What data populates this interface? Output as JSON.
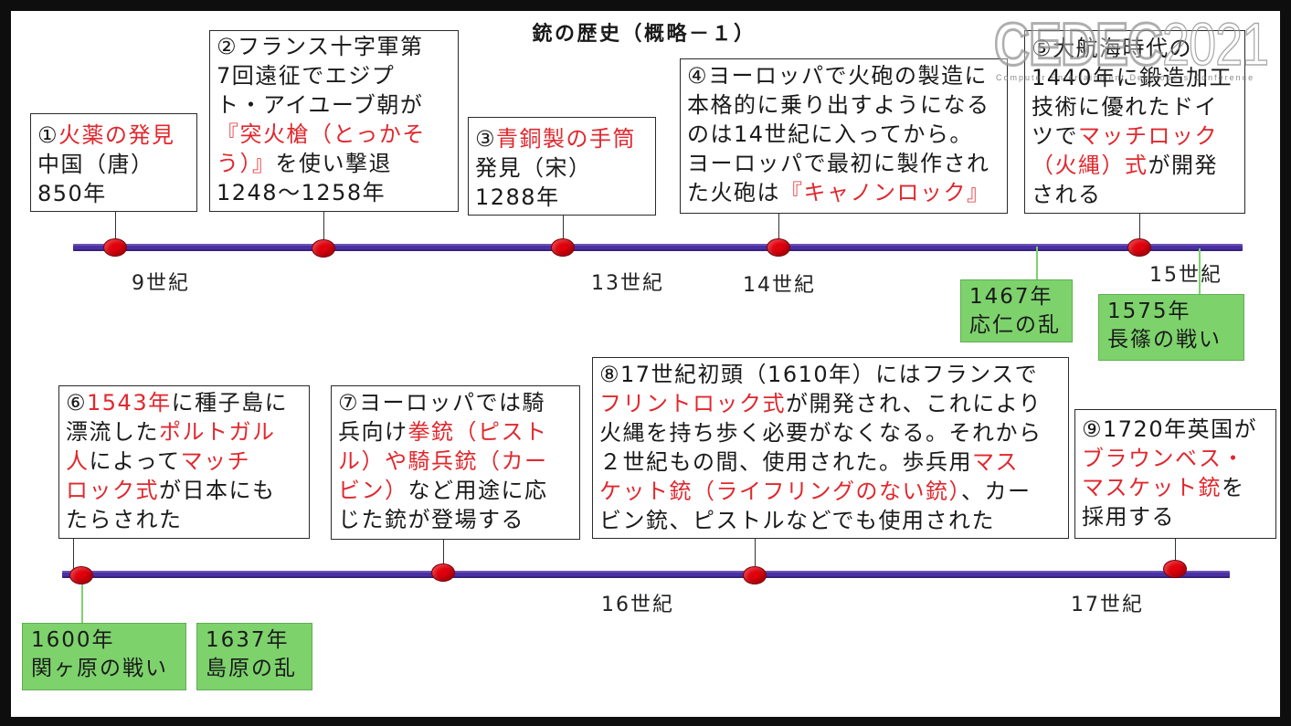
{
  "slide": {
    "title": "銃の歴史（概略－１）",
    "logo": {
      "wordmark": "CEDEC",
      "year": "2021",
      "tagline": "Computer Entertainment Developers Conference"
    }
  },
  "colors": {
    "highlight_text": "#e0282e",
    "timeline_bar": "#4a2fa4",
    "event_dot": "#e0000c",
    "japan_event_box": "#7dd26c",
    "slide_background": "#ffffff",
    "frame_background": "#0e0e0e"
  },
  "upper_timeline": {
    "events": [
      {
        "lines": [
          [
            "①",
            "火薬の発見"
          ],
          [
            "中国（唐）"
          ],
          [
            "850年"
          ]
        ]
      },
      {
        "lines": [
          [
            "②フランス十字軍第"
          ],
          [
            "7回遠征でエジプ"
          ],
          [
            "ト・アイユーブ朝が"
          ],
          [
            "『突火槍（とっかそ"
          ],
          [
            "う）』",
            "を使い撃退"
          ],
          [
            "1248～1258年"
          ]
        ]
      },
      {
        "lines": [
          [
            "③",
            "青銅製の手筒"
          ],
          [
            "発見（宋）"
          ],
          [
            "1288年"
          ]
        ]
      },
      {
        "lines": [
          [
            "④ヨーロッパで火砲の製造に"
          ],
          [
            "本格的に乗り出すようになる"
          ],
          [
            "のは14世紀に入ってから。"
          ],
          [
            "ヨーロッパで最初に製作され"
          ],
          [
            "た火砲は",
            "『キャノンロック』"
          ]
        ]
      },
      {
        "lines": [
          [
            "⑤大航海時代の"
          ],
          [
            "1440年に鍛造加工"
          ],
          [
            "技術に優れたドイ"
          ],
          [
            "ツで",
            "マッチロック"
          ],
          [
            "（火縄）式",
            "が開発"
          ],
          [
            "される"
          ]
        ]
      }
    ],
    "century_labels": [
      "9世紀",
      "13世紀",
      "14世紀",
      "15世紀"
    ],
    "japan_events": [
      {
        "year": "1467年",
        "name": "応仁の乱"
      },
      {
        "year": "1575年",
        "name": "長篠の戦い"
      }
    ]
  },
  "lower_timeline": {
    "events": [
      {
        "lines": [
          [
            "⑥",
            "1543年",
            "に種子島に"
          ],
          [
            "漂流した",
            "ポルトガル"
          ],
          [
            "人",
            "によって",
            "マッチ"
          ],
          [
            "ロック式",
            "が日本にも"
          ],
          [
            "たらされた"
          ]
        ]
      },
      {
        "lines": [
          [
            "⑦ヨーロッパでは騎"
          ],
          [
            "兵向け",
            "拳銃（ピスト"
          ],
          [
            "ル）や騎兵銃（カー"
          ],
          [
            "ビン）",
            "など用途に応"
          ],
          [
            "じた銃が登場する"
          ]
        ]
      },
      {
        "lines": [
          [
            "⑧17世紀初頭（1610年）にはフランスで"
          ],
          [
            "フリントロック式",
            "が開発され、これにより"
          ],
          [
            "火縄を持ち歩く必要がなくなる。それから"
          ],
          [
            "２世紀もの間、使用された。歩兵用",
            "マス"
          ],
          [
            "ケット銃（ライフリングのない銃）",
            "、カー"
          ],
          [
            "ビン銃、ピストルなどでも使用された"
          ]
        ]
      },
      {
        "lines": [
          [
            "⑨1720年英国が"
          ],
          [
            "ブラウンベス・"
          ],
          [
            "マスケット銃",
            "を"
          ],
          [
            "採用する"
          ]
        ]
      }
    ],
    "century_labels": [
      "16世紀",
      "17世紀"
    ],
    "japan_events": [
      {
        "year": "1600年",
        "name": "関ヶ原の戦い"
      },
      {
        "year": "1637年",
        "name": "島原の乱"
      }
    ]
  }
}
